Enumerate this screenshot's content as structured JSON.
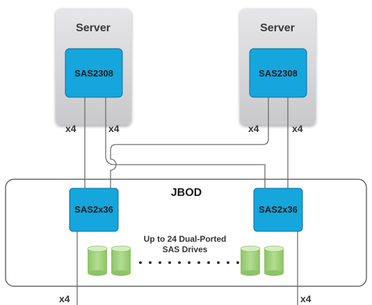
{
  "diagram": {
    "servers": [
      {
        "label": "Server",
        "controller": "SAS2308"
      },
      {
        "label": "Server",
        "controller": "SAS2308"
      }
    ],
    "jbod": {
      "label": "JBOD",
      "expanders": [
        "SAS2x36",
        "SAS2x36"
      ],
      "drives_line1": "Up to 24 Dual-Ported",
      "drives_line2": "SAS Drives"
    },
    "links": {
      "server1_left": "x4",
      "server1_right": "x4",
      "server2_left": "x4",
      "server2_right": "x4",
      "bottom_left": "x4",
      "bottom_right": "x4"
    },
    "colors": {
      "chip": "#14a6dc",
      "drive": "#9fd07b",
      "line": "#6b6b6b"
    }
  }
}
